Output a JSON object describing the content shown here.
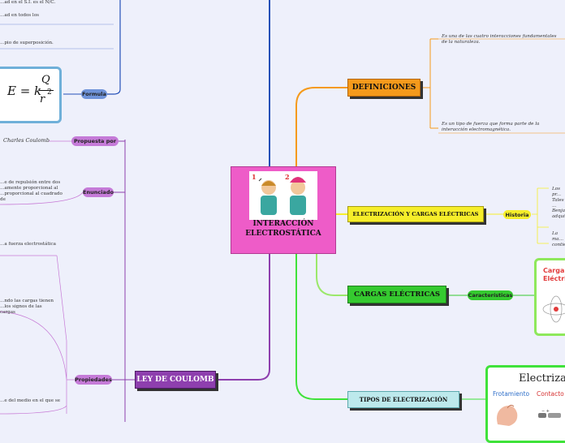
{
  "central": {
    "title": "INTERACCIÓN ELECTROSTÁTICA",
    "badge_1": "1",
    "badge_2": "2"
  },
  "definiciones": {
    "label": "DEFINICIONES",
    "items": [
      "Es una de las cuatro interacciones fundamentales de la naturaleza.",
      "Es un tipo de fuerza que forma parte de la interacción electromagnética."
    ]
  },
  "electrizacion_cargas": {
    "label": "ELECTRIZACIÓN Y CARGAS ELÉCTRICAS",
    "tag": "Historia",
    "notes": [
      "Los pr... Tales ...",
      "Benja... adqui...",
      "La ma... contie..."
    ]
  },
  "cargas_electricas": {
    "label": "CARGAS ELÉCTRICAS",
    "tag": "Características",
    "image_text": "Carga Eléctric..."
  },
  "tipos_electrizacion": {
    "label": "TIPOS DE ELECTRIZACIÓN",
    "image_title": "Electrizac...",
    "image_labels": [
      "Frotamiento",
      "Contacto"
    ]
  },
  "ley_coulomb": {
    "label": "LEY DE COULOMB",
    "formula": {
      "tag": "Formula",
      "lhs": "E = k",
      "numerator": "Q",
      "denominator": "r",
      "exponent": "2"
    },
    "propuesta": {
      "tag": "Propuesta por",
      "value": "Charles Coulomb"
    },
    "enunciado": {
      "tag": "Enunciado",
      "text": "...e de repulsión entre dos ...amente proporcional al ...proporcional al cuadrado de"
    },
    "propiedades": {
      "tag": "Propiedades",
      "items": [
        "...a fuerza electrostática",
        "...ndo las cargas tienen ...los signos de las cargas",
        "...e del medio en el que se"
      ]
    },
    "top_notes": [
      "...ad en el S.I. es el N/C.",
      "...ad en todos los",
      "...pio de superposición."
    ]
  },
  "colors": {
    "background": "#eef0fb",
    "central": "#ee5cc8",
    "definiciones": "#f59a1b",
    "electrizacion": "#f6ee2a",
    "cargas": "#35ca2f",
    "tipos": "#bde9ec",
    "ley_coulomb": "#8e3fae"
  }
}
